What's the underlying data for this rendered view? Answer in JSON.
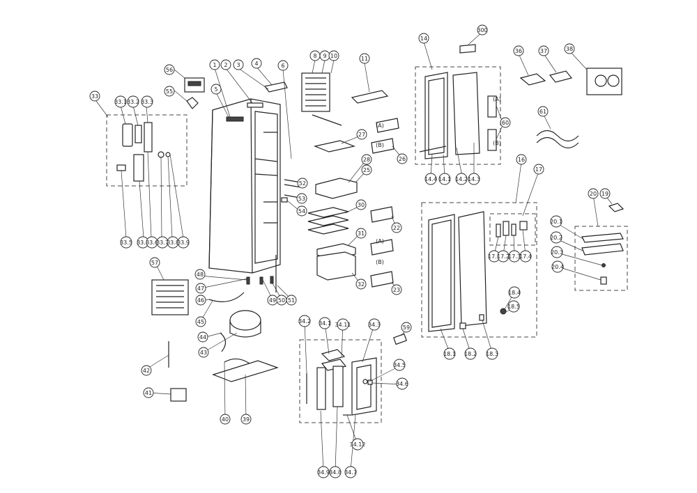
{
  "callouts": [
    {
      "label": "33"
    },
    {
      "label": "33.1"
    },
    {
      "label": "33.2"
    },
    {
      "label": "33.3"
    },
    {
      "label": "33.5"
    },
    {
      "label": "33.4"
    },
    {
      "label": "33.6"
    },
    {
      "label": "33.7"
    },
    {
      "label": "33.8"
    },
    {
      "label": "33.9"
    },
    {
      "label": "55"
    },
    {
      "label": "56"
    },
    {
      "label": "1"
    },
    {
      "label": "2"
    },
    {
      "label": "3"
    },
    {
      "label": "4"
    },
    {
      "label": "5"
    },
    {
      "label": "6"
    },
    {
      "label": "8"
    },
    {
      "label": "9"
    },
    {
      "label": "10"
    },
    {
      "label": "11"
    },
    {
      "label": "27"
    },
    {
      "label": "28"
    },
    {
      "label": "26"
    },
    {
      "label": "25"
    },
    {
      "label": "52"
    },
    {
      "label": "53"
    },
    {
      "label": "54"
    },
    {
      "label": "30"
    },
    {
      "label": "22"
    },
    {
      "label": "31"
    },
    {
      "label": "32"
    },
    {
      "label": "23"
    },
    {
      "label": "14"
    },
    {
      "label": "300"
    },
    {
      "label": "14.4"
    },
    {
      "label": "14.1"
    },
    {
      "label": "14.2"
    },
    {
      "label": "14.3"
    },
    {
      "label": "60"
    },
    {
      "label": "36"
    },
    {
      "label": "37"
    },
    {
      "label": "38"
    },
    {
      "label": "61"
    },
    {
      "label": "16"
    },
    {
      "label": "17"
    },
    {
      "label": "17.1"
    },
    {
      "label": "17.2"
    },
    {
      "label": "17.3"
    },
    {
      "label": "17.4"
    },
    {
      "label": "18.4"
    },
    {
      "label": "18.5"
    },
    {
      "label": "18.1"
    },
    {
      "label": "18.2"
    },
    {
      "label": "18.3"
    },
    {
      "label": "20"
    },
    {
      "label": "19"
    },
    {
      "label": "20.1"
    },
    {
      "label": "20.2"
    },
    {
      "label": "20.3"
    },
    {
      "label": "20.4"
    },
    {
      "label": "57"
    },
    {
      "label": "48"
    },
    {
      "label": "47"
    },
    {
      "label": "46"
    },
    {
      "label": "49"
    },
    {
      "label": "50"
    },
    {
      "label": "51"
    },
    {
      "label": "45"
    },
    {
      "label": "44"
    },
    {
      "label": "43"
    },
    {
      "label": "42"
    },
    {
      "label": "41"
    },
    {
      "label": "40"
    },
    {
      "label": "39"
    },
    {
      "label": "34.2"
    },
    {
      "label": "34.1"
    },
    {
      "label": "34.11"
    },
    {
      "label": "34.3"
    },
    {
      "label": "59"
    },
    {
      "label": "34.5"
    },
    {
      "label": "34.6"
    },
    {
      "label": "34.12"
    },
    {
      "label": "34.9"
    },
    {
      "label": "34.8"
    },
    {
      "label": "34.7"
    }
  ],
  "markers": [
    {
      "label": "(A)"
    },
    {
      "label": "(B)"
    },
    {
      "label": "(A)"
    },
    {
      "label": "(B)"
    },
    {
      "label": "(A)"
    },
    {
      "label": "(B)"
    }
  ]
}
